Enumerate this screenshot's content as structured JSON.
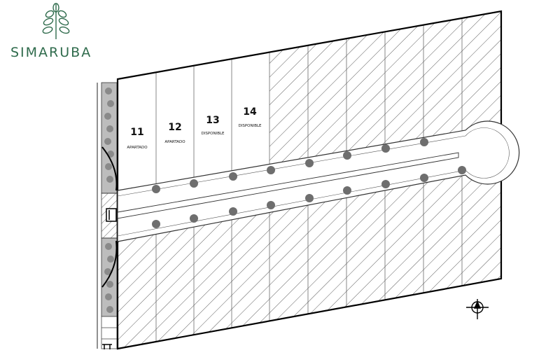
{
  "brand": {
    "name": "SIMARUBA",
    "color": "#2f6b4c",
    "icon": "leaf-tree-icon"
  },
  "lots": [
    {
      "number": "11",
      "status": "APARTADO"
    },
    {
      "number": "12",
      "status": "APARTADO"
    },
    {
      "number": "13",
      "status": "DISPONIBLE"
    },
    {
      "number": "14",
      "status": "DISPONIBLE"
    }
  ],
  "map": {
    "hatch_meaning": "unavailable",
    "hatch_color": "#333333",
    "tree_color": "#6e6e6e",
    "north_arrow_icon": "north-arrow-icon"
  }
}
